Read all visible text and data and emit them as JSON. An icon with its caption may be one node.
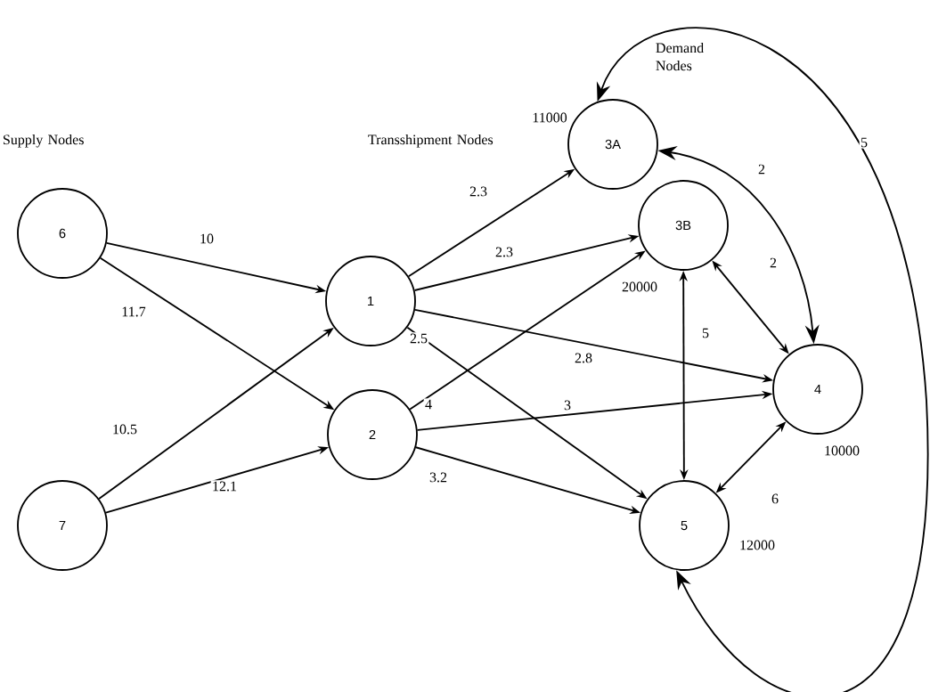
{
  "diagram": {
    "nodes": [
      {
        "text": [
          "6"
        ]
      },
      {
        "text": [
          "7"
        ]
      },
      {
        "text": [
          "1"
        ]
      },
      {
        "text": [
          "2"
        ]
      },
      {
        "text": [
          "3A"
        ],
        "beside": [
          "11000"
        ]
      },
      {
        "text": [
          "3B"
        ],
        "beside": [
          "20000"
        ]
      },
      {
        "text": [
          "4"
        ],
        "beside": [
          "10000"
        ]
      },
      {
        "text": [
          "5"
        ],
        "beside": [
          "12000"
        ]
      }
    ],
    "edges": [
      {
        "from": 0,
        "to": 2,
        "arrow": "to",
        "label": "10"
      },
      {
        "from": 0,
        "to": 3,
        "arrow": "to",
        "label": "11.7"
      },
      {
        "from": 1,
        "to": 2,
        "arrow": "to",
        "label": "10.5"
      },
      {
        "from": 1,
        "to": 3,
        "arrow": "to",
        "label": "12.1"
      },
      {
        "from": 2,
        "to": 4,
        "arrow": "to",
        "label": "2.3"
      },
      {
        "from": 2,
        "to": 5,
        "arrow": "to",
        "label": "2.3"
      },
      {
        "from": 2,
        "to": 6,
        "arrow": "to",
        "label": "2.8"
      },
      {
        "from": 2,
        "to": 7,
        "arrow": "to",
        "label": "2.5"
      },
      {
        "from": 3,
        "to": 5,
        "arrow": "to",
        "label": "4"
      },
      {
        "from": 3,
        "to": 6,
        "arrow": "to",
        "label": "3"
      },
      {
        "from": 3,
        "to": 7,
        "arrow": "to",
        "label": "3.2"
      },
      {
        "from": 4,
        "to": 6,
        "arrow": "both",
        "label": "2"
      },
      {
        "from": 5,
        "to": 6,
        "arrow": "both",
        "label": "2"
      },
      {
        "from": 5,
        "to": 7,
        "arrow": "both",
        "label": "5"
      },
      {
        "from": 6,
        "to": 7,
        "arrow": "both",
        "label": "6"
      },
      {
        "from": 4,
        "to": 7,
        "arrow": "both",
        "label": "5"
      }
    ],
    "labels": [
      "Supply Nodes",
      "Transshipment Nodes",
      "Demand Nodes"
    ]
  }
}
